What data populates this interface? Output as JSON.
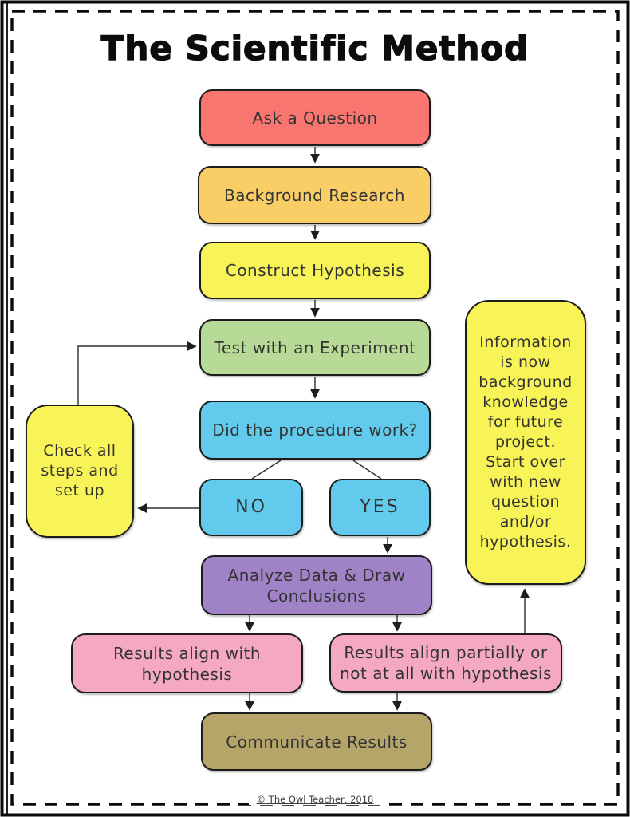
{
  "page": {
    "title": "The Scientific Method",
    "credit": "© The Owl Teacher, 2018"
  },
  "palette": {
    "box_outline": "#1c1c1c",
    "arrow": "#2e2e2e",
    "page_border": "#0a0a0a",
    "text": "#333333"
  },
  "nodes": {
    "ask": {
      "label": "Ask a Question",
      "color": "#F8766F"
    },
    "background": {
      "label": "Background Research",
      "color": "#F9CE66"
    },
    "construct": {
      "label": "Construct Hypothesis",
      "color": "#F8F356"
    },
    "test": {
      "label": "Test with an Experiment",
      "color": "#B7DB97"
    },
    "did": {
      "label": "Did the procedure work?",
      "color": "#62CBED"
    },
    "no": {
      "label": "NO",
      "color": "#62CBED"
    },
    "yes": {
      "label": "YES",
      "color": "#62CBED"
    },
    "check": {
      "label": "Check all\nsteps and\nset up",
      "color": "#F8F356"
    },
    "analyze": {
      "label": "Analyze Data & Draw\nConclusions",
      "color": "#A083C6"
    },
    "results_match": {
      "label": "Results align with\nhypothesis",
      "color": "#F4A9C1"
    },
    "results_partial": {
      "label": "Results align partially or\nnot at all with hypothesis",
      "color": "#F4A9C1"
    },
    "communicate": {
      "label": "Communicate Results",
      "color": "#B6A569"
    },
    "info": {
      "label": "Information\nis now\nbackground\nknowledge\nfor future\nproject.\nStart over\nwith new\nquestion\nand/or\nhypothesis.",
      "color": "#F8F356"
    }
  }
}
